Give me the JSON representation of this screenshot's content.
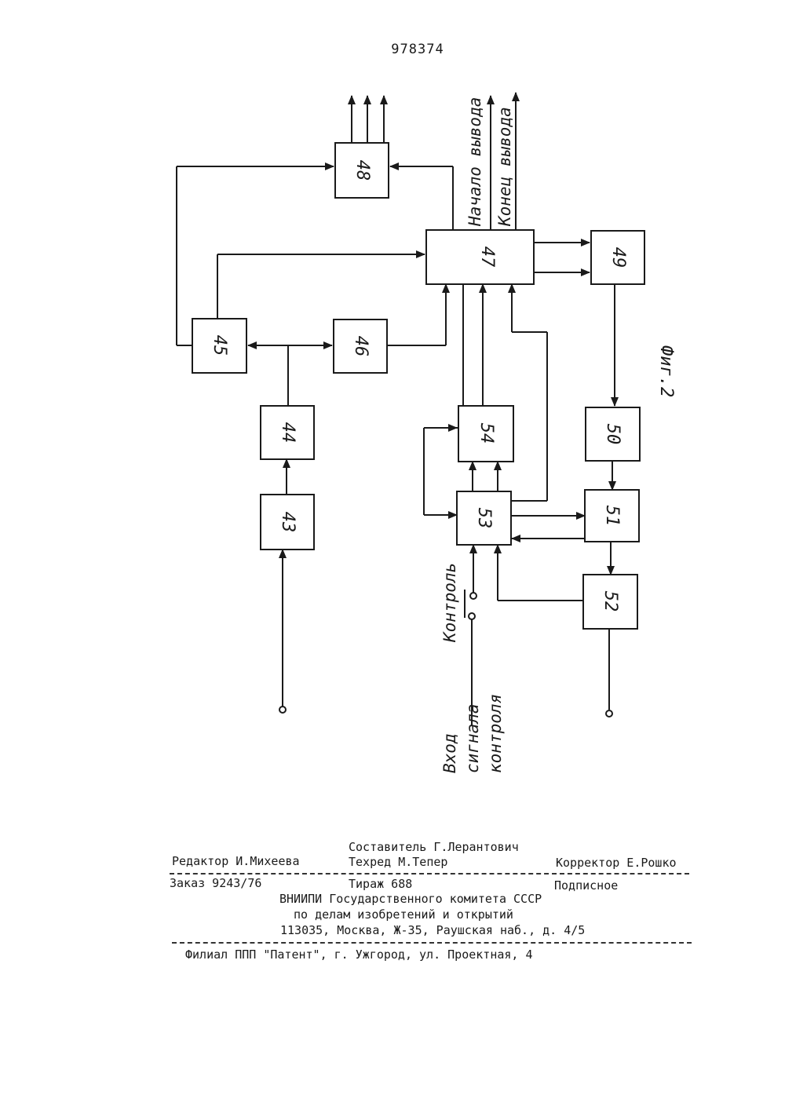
{
  "page_number": "978374",
  "figure_label": "Фиг.2",
  "blocks": {
    "b43": "43",
    "b44": "44",
    "b45": "45",
    "b46": "46",
    "b47": "47",
    "b48": "48",
    "b49": "49",
    "b50": "50",
    "b51": "51",
    "b52": "52",
    "b53": "53",
    "b54": "54"
  },
  "signals": {
    "start_output": "Начало вывода",
    "end_output": "Конец вывода",
    "control": "Контроль",
    "control_input": [
      "Вход",
      "сигнала",
      "контроля"
    ]
  },
  "footer": {
    "compiler": "Составитель Г.Лерантович",
    "editor": "Редактор И.Михеева",
    "techred": "Техред М.Тепер",
    "corrector": "Корректор Е.Рошко",
    "order": "Заказ 9243/76",
    "circulation": "Тираж 688",
    "subscription": "Подписное",
    "org1": "ВНИИПИ Государственного комитета СССР",
    "org2": "по делам изобретений и открытий",
    "address": "113035, Москва, Ж-35, Раушская наб., д. 4/5",
    "branch": "Филиал ППП \"Патент\", г. Ужгород, ул. Проектная, 4"
  }
}
